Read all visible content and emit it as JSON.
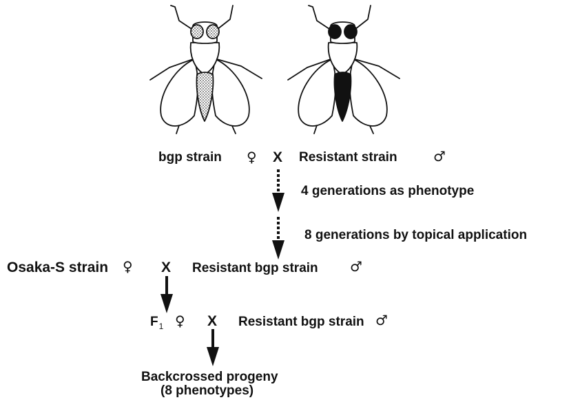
{
  "cross1": {
    "female": "bgp strain",
    "x": "X",
    "male": "Resistant strain",
    "female_symbol": "♀",
    "male_symbol": "♂"
  },
  "selection": {
    "step1": "4 generations as phenotype",
    "step2": "8 generations by topical application"
  },
  "cross2": {
    "female": "Osaka-S strain",
    "x": "X",
    "male": "Resistant bgp strain",
    "female_symbol": "♀",
    "male_symbol": "♂"
  },
  "cross3": {
    "female_base": "F",
    "female_sub": "1",
    "x": "X",
    "male": "Resistant bgp strain",
    "female_symbol": "♀",
    "male_symbol": "♂"
  },
  "result": {
    "line1": "Backcrossed progeny",
    "line2": "(8 phenotypes)"
  },
  "flies": {
    "left_pattern": "stippled-grey",
    "right_pattern": "solid-black"
  }
}
